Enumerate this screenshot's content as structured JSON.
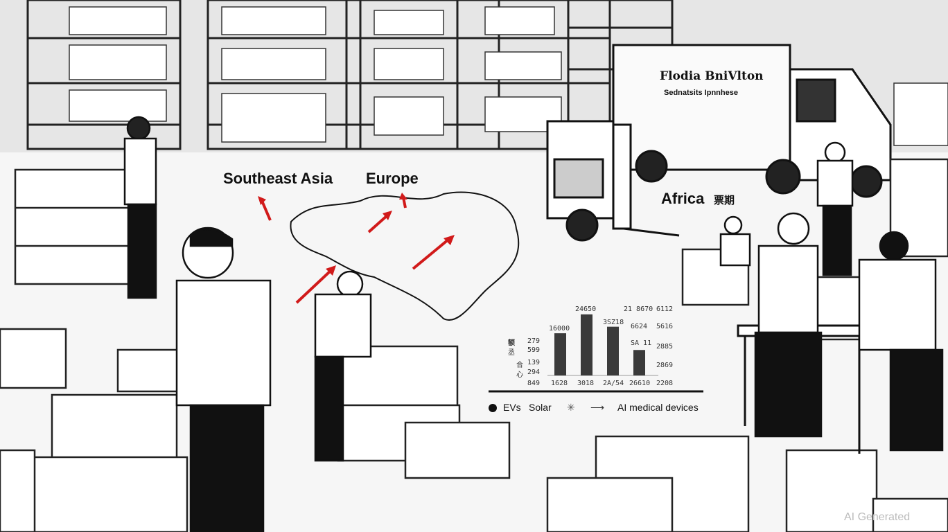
{
  "scene": {
    "region_labels": {
      "southeast_asia": "Southeast Asia",
      "europe": "Europe",
      "africa": "Africa",
      "africa_glyph": "票期"
    },
    "truck": {
      "title": "Flodia BniVlton",
      "subtitle": "Sednatsits Ipnnhese"
    },
    "arrow_color": "#d11a1a",
    "watermark": "AI Generated"
  },
  "chart": {
    "bars": [
      {
        "label": "16000",
        "x_label": "1628",
        "level": 0.58
      },
      {
        "label": "24650",
        "x_label": "3018",
        "level": 0.84
      },
      {
        "label": "3SZ18",
        "x_label": "2A/54",
        "level": 0.67
      },
      {
        "label": "SA 11",
        "x_label": "26610",
        "level": 0.35
      }
    ],
    "left_ticks": [
      "279",
      "599",
      "139",
      "294",
      "849"
    ],
    "left_glyphs": [
      "额",
      "丞",
      "合",
      "心"
    ],
    "right_ticks": [
      "6112",
      "5616",
      "2885",
      "2869",
      "2208"
    ],
    "right_top_labels": [
      "21 8670",
      "6624"
    ],
    "legend": [
      "EVs",
      "Solar",
      "AI medical devices"
    ]
  }
}
